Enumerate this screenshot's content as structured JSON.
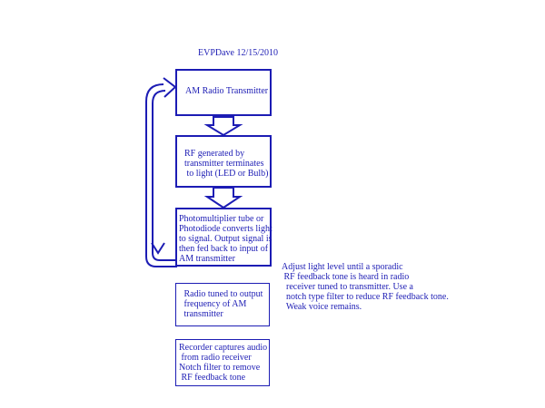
{
  "header": {
    "author_date": "EVPDave 12/15/2010"
  },
  "boxes": {
    "transmitter": "AM Radio Transmitter",
    "rf_generated": "RF generated by\ntransmitter terminates\n to light (LED or Bulb)",
    "photodetector": "Photomultiplier tube or\nPhotodiode converts light\nto signal. Output signal is\nthen fed back to input of\nAM transmitter",
    "radio_tuned": " Radio tuned to output\n frequency of AM\n transmitter",
    "recorder": "Recorder captures audio\n from radio receiver\nNotch filter to remove\n RF feedback tone"
  },
  "notes": {
    "adjust": "Adjust light level until a sporadic\n RF feedback tone is heard in radio\n  receiver tuned to transmitter. Use a\n  notch type filter to reduce RF feedback tone.\n  Weak voice remains."
  },
  "colors": {
    "ink": "#1c1cb4",
    "background": "#ffffff"
  }
}
